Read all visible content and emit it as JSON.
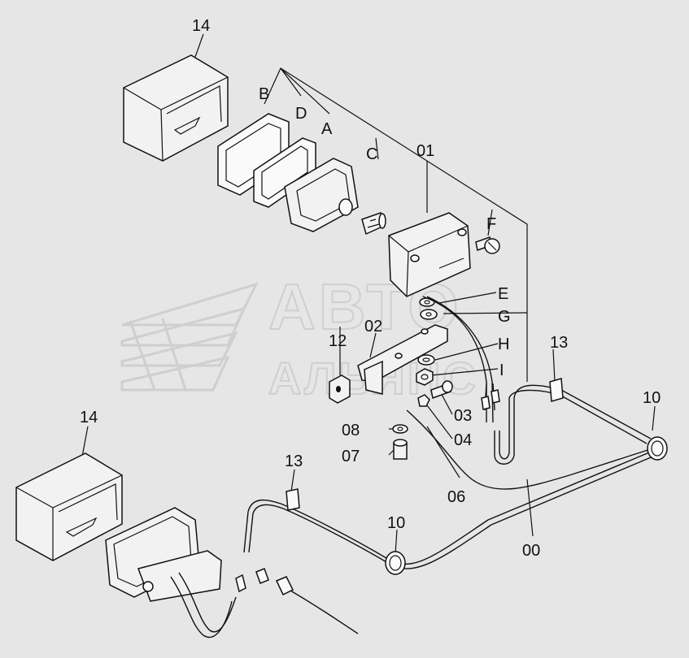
{
  "watermark": {
    "line1": "АВТО",
    "line2": "АЛЬЯНС"
  },
  "callouts": {
    "c14_top": "14",
    "cB": "B",
    "cD": "D",
    "cA": "A",
    "cC": "C",
    "c01": "01",
    "cF": "F",
    "cE": "E",
    "cG": "G",
    "cH": "H",
    "cI": "I",
    "c02": "02",
    "c12": "12",
    "c13_right": "13",
    "c10_right": "10",
    "c03": "03",
    "c04": "04",
    "c08": "08",
    "c07": "07",
    "c06": "06",
    "c14_bottom": "14",
    "c13_bottom": "13",
    "c10_bottom": "10",
    "c00": "00"
  }
}
